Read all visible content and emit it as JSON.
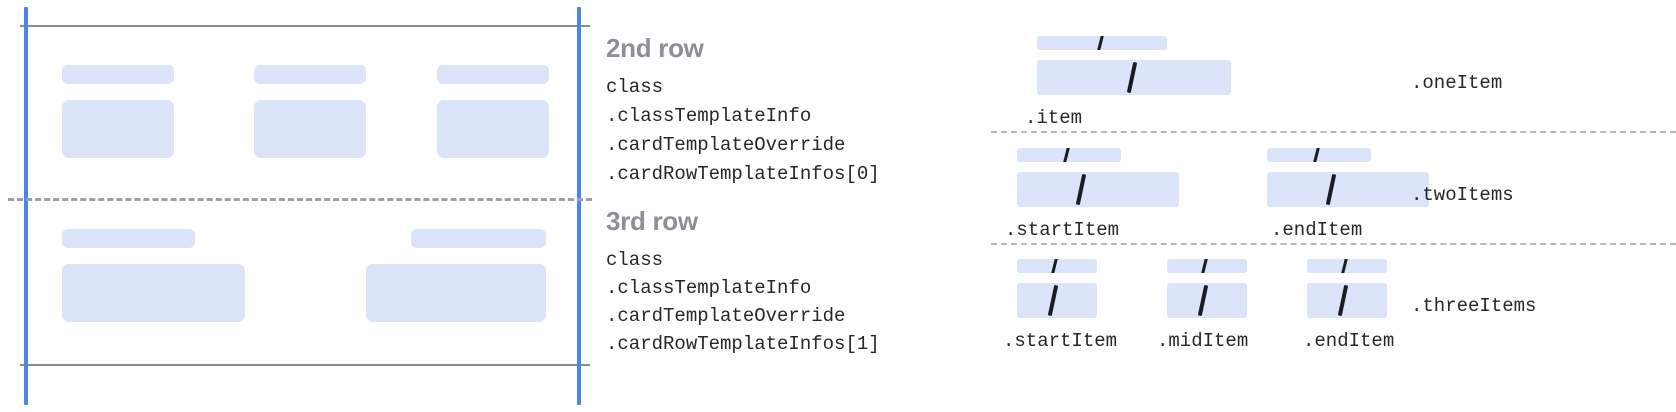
{
  "colors": {
    "placeholder_fill": "#dce4f9",
    "guide_blue": "#4a86ea",
    "rule_gray": "#888d91",
    "dash_gray": "#9aa0a6",
    "heading_gray": "#8a9096",
    "text_dark": "#25282b",
    "background": "#ffffff"
  },
  "left_diagram": {
    "name": "card-rows-wireframe",
    "rows": [
      {
        "id": "row-2",
        "slots": [
          {
            "title_w": 112,
            "body_w": 112
          },
          {
            "title_w": 112,
            "body_w": 112
          },
          {
            "title_w": 112,
            "body_w": 112
          }
        ]
      },
      {
        "id": "row-3",
        "slots": [
          {
            "title_w": 140,
            "body_w": 184
          },
          {
            "title_w": 140,
            "body_w": 184
          }
        ]
      }
    ]
  },
  "text_blocks": [
    {
      "heading": "2nd row",
      "lines": [
        "class",
        ".classTemplateInfo",
        ".cardTemplateOverride",
        ".cardRowTemplateInfos[0]"
      ]
    },
    {
      "heading": "3rd row",
      "lines": [
        "class",
        ".classTemplateInfo",
        ".cardTemplateOverride",
        ".cardRowTemplateInfos[1]"
      ]
    }
  ],
  "right_panel": {
    "sections": [
      {
        "section_label": ".oneItem",
        "slots": [
          {
            "label": ".item",
            "cap_w": 130,
            "main_w": 194
          }
        ]
      },
      {
        "section_label": ".twoItems",
        "slots": [
          {
            "label": ".startItem",
            "cap_w": 104,
            "main_w": 162
          },
          {
            "label": ".endItem",
            "cap_w": 104,
            "main_w": 162
          }
        ]
      },
      {
        "section_label": ".threeItems",
        "slots": [
          {
            "label": ".startItem",
            "cap_w": 80,
            "main_w": 80
          },
          {
            "label": ".midItem",
            "cap_w": 80,
            "main_w": 80
          },
          {
            "label": ".endItem",
            "cap_w": 80,
            "main_w": 80
          }
        ]
      }
    ]
  }
}
